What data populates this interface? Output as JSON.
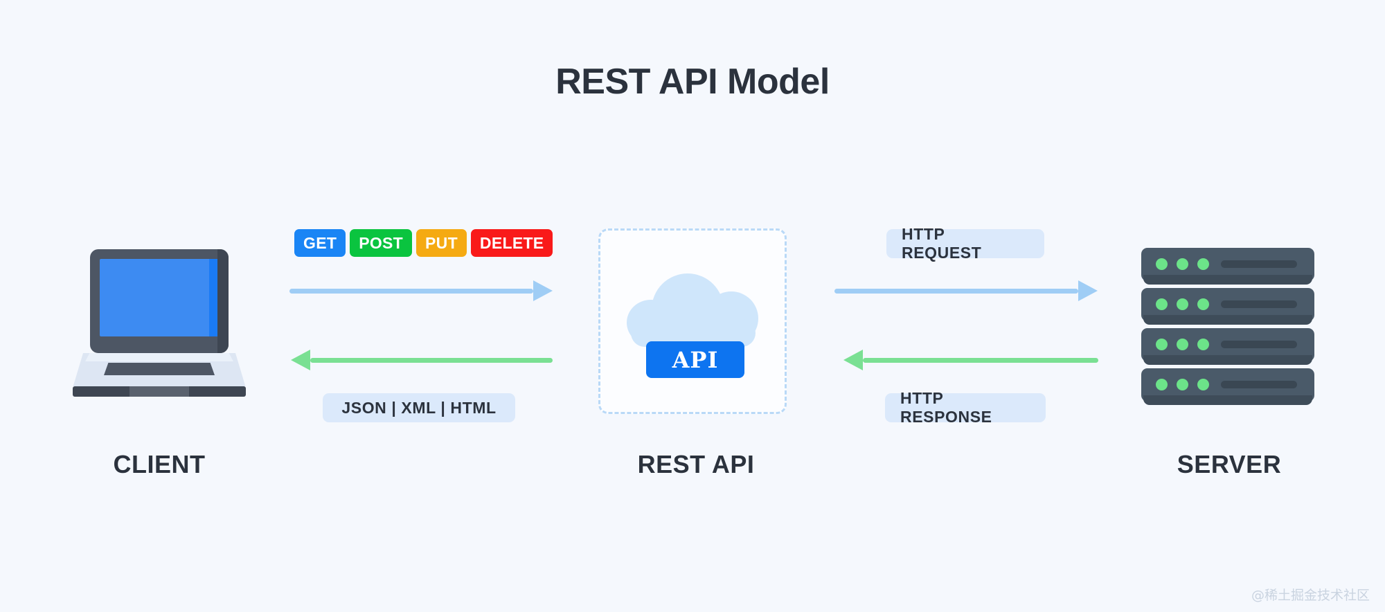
{
  "page": {
    "title": "REST API Model",
    "background_color": "#f5f8fd",
    "watermark": "@稀土掘金技术社区"
  },
  "nodes": {
    "client": {
      "label": "CLIENT",
      "icon": "laptop-icon"
    },
    "rest_api": {
      "label": "REST API",
      "icon": "cloud-icon",
      "chip_label": "API"
    },
    "server": {
      "label": "SERVER",
      "icon": "server-rack-icon",
      "rack_count": 4,
      "leds_per_rack": 3
    }
  },
  "methods": [
    {
      "label": "GET",
      "color": "#1a85f5"
    },
    {
      "label": "POST",
      "color": "#0ac43f"
    },
    {
      "label": "PUT",
      "color": "#f5aa12"
    },
    {
      "label": "DELETE",
      "color": "#f91a1a"
    }
  ],
  "pills": {
    "client_response": "JSON  |  XML  |  HTML",
    "http_request": "HTTP REQUEST",
    "http_response": "HTTP RESPONSE"
  },
  "arrows": {
    "request_color": "#9fcdf5",
    "response_color": "#7ae093"
  },
  "chart_data": {
    "type": "diagram",
    "title": "REST API Model",
    "nodes": [
      "CLIENT",
      "REST API",
      "SERVER"
    ],
    "edges": [
      {
        "from": "CLIENT",
        "to": "REST API",
        "direction": "right",
        "color": "#9fcdf5",
        "label": "GET | POST | PUT | DELETE"
      },
      {
        "from": "REST API",
        "to": "CLIENT",
        "direction": "left",
        "color": "#7ae093",
        "label": "JSON | XML | HTML"
      },
      {
        "from": "REST API",
        "to": "SERVER",
        "direction": "right",
        "color": "#9fcdf5",
        "label": "HTTP REQUEST"
      },
      {
        "from": "SERVER",
        "to": "REST API",
        "direction": "left",
        "color": "#7ae093",
        "label": "HTTP RESPONSE"
      }
    ]
  }
}
